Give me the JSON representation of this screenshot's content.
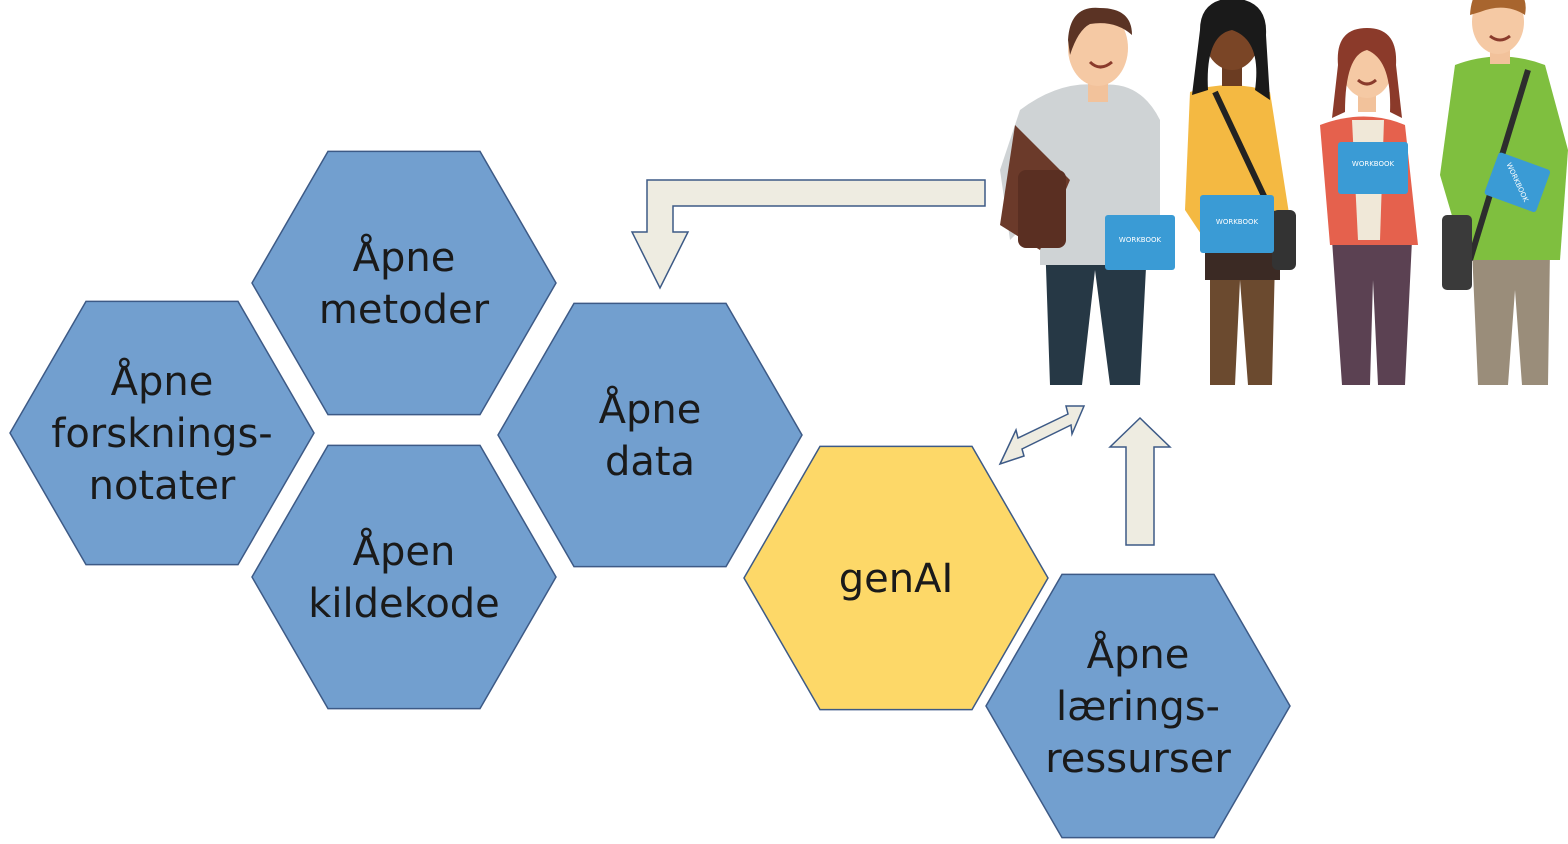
{
  "hexagons": [
    {
      "id": "metoder",
      "lines": [
        "Åpne",
        "metoder"
      ],
      "fill": "#729fcf"
    },
    {
      "id": "forskningsnotater",
      "lines": [
        "Åpne",
        "forsknings-",
        "notater"
      ],
      "fill": "#729fcf"
    },
    {
      "id": "kildekode",
      "lines": [
        "Åpen",
        "kildekode"
      ],
      "fill": "#729fcf"
    },
    {
      "id": "data",
      "lines": [
        "Åpne",
        "data"
      ],
      "fill": "#729fcf"
    },
    {
      "id": "genai",
      "lines": [
        "genAI"
      ],
      "fill": "#fdd868"
    },
    {
      "id": "laeringsressurser",
      "lines": [
        "Åpne",
        "lærings-",
        "ressurser"
      ],
      "fill": "#729fcf"
    }
  ],
  "colors": {
    "hex_stroke": "#3d5a86",
    "arrow_fill": "#eeece1",
    "arrow_stroke": "#3d5a86",
    "text": "#1a1a1a"
  },
  "illustration": {
    "icon": "students-group-icon",
    "book_label": "WORKBOOK"
  }
}
